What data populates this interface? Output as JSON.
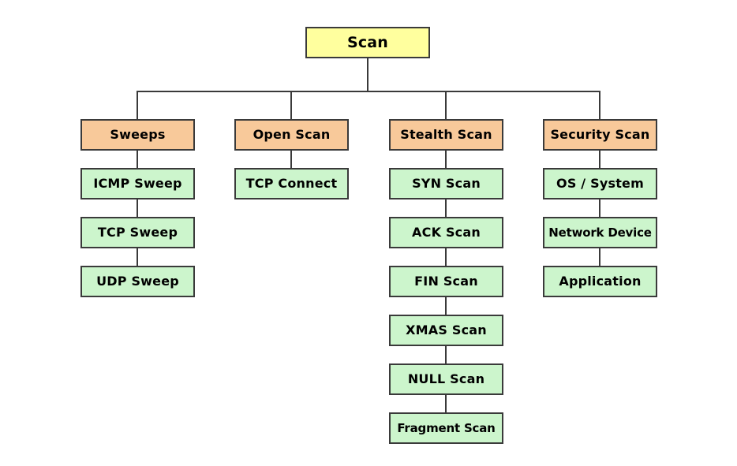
{
  "diagram": {
    "title": "Scan",
    "type": "tree",
    "colors": {
      "root_fill": "#ffff9e",
      "category_fill": "#f8c99a",
      "leaf_fill": "#ccf5cc",
      "border": "#3a3a3a",
      "background": "#ffffff",
      "text": "#000000"
    },
    "root": {
      "label": "Scan"
    },
    "branches": [
      {
        "label": "Sweeps",
        "children": [
          {
            "label": "ICMP Sweep"
          },
          {
            "label": "TCP Sweep"
          },
          {
            "label": "UDP Sweep"
          }
        ]
      },
      {
        "label": "Open Scan",
        "children": [
          {
            "label": "TCP Connect"
          }
        ]
      },
      {
        "label": "Stealth Scan",
        "children": [
          {
            "label": "SYN Scan"
          },
          {
            "label": "ACK Scan"
          },
          {
            "label": "FIN Scan"
          },
          {
            "label": "XMAS Scan"
          },
          {
            "label": "NULL Scan"
          },
          {
            "label": "Fragment Scan"
          }
        ]
      },
      {
        "label": "Security Scan",
        "children": [
          {
            "label": "OS / System"
          },
          {
            "label": "Network Device"
          },
          {
            "label": "Application"
          }
        ]
      }
    ]
  }
}
